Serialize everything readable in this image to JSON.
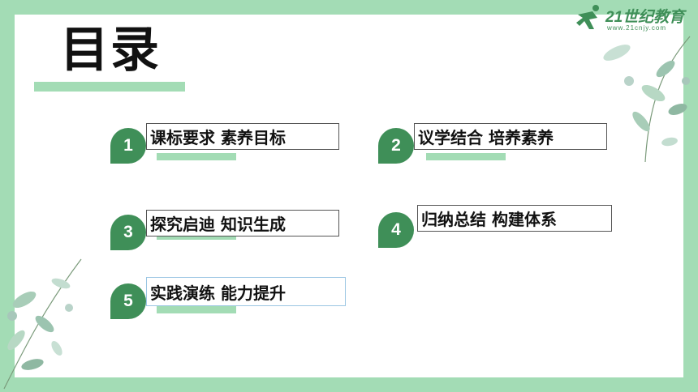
{
  "title": "目录",
  "logo": {
    "brand": "21世纪教育",
    "url": "www.21cnjy.com"
  },
  "items": [
    {
      "number": "1",
      "label": "课标要求  素养目标"
    },
    {
      "number": "2",
      "label": "议学结合  培养素养"
    },
    {
      "number": "3",
      "label": "探究启迪  知识生成"
    },
    {
      "number": "4",
      "label": "归纳总结  构建体系"
    },
    {
      "number": "5",
      "label": "实践演练  能力提升"
    }
  ],
  "colors": {
    "accent_green": "#3f8f58",
    "light_green": "#a3dcb5"
  }
}
